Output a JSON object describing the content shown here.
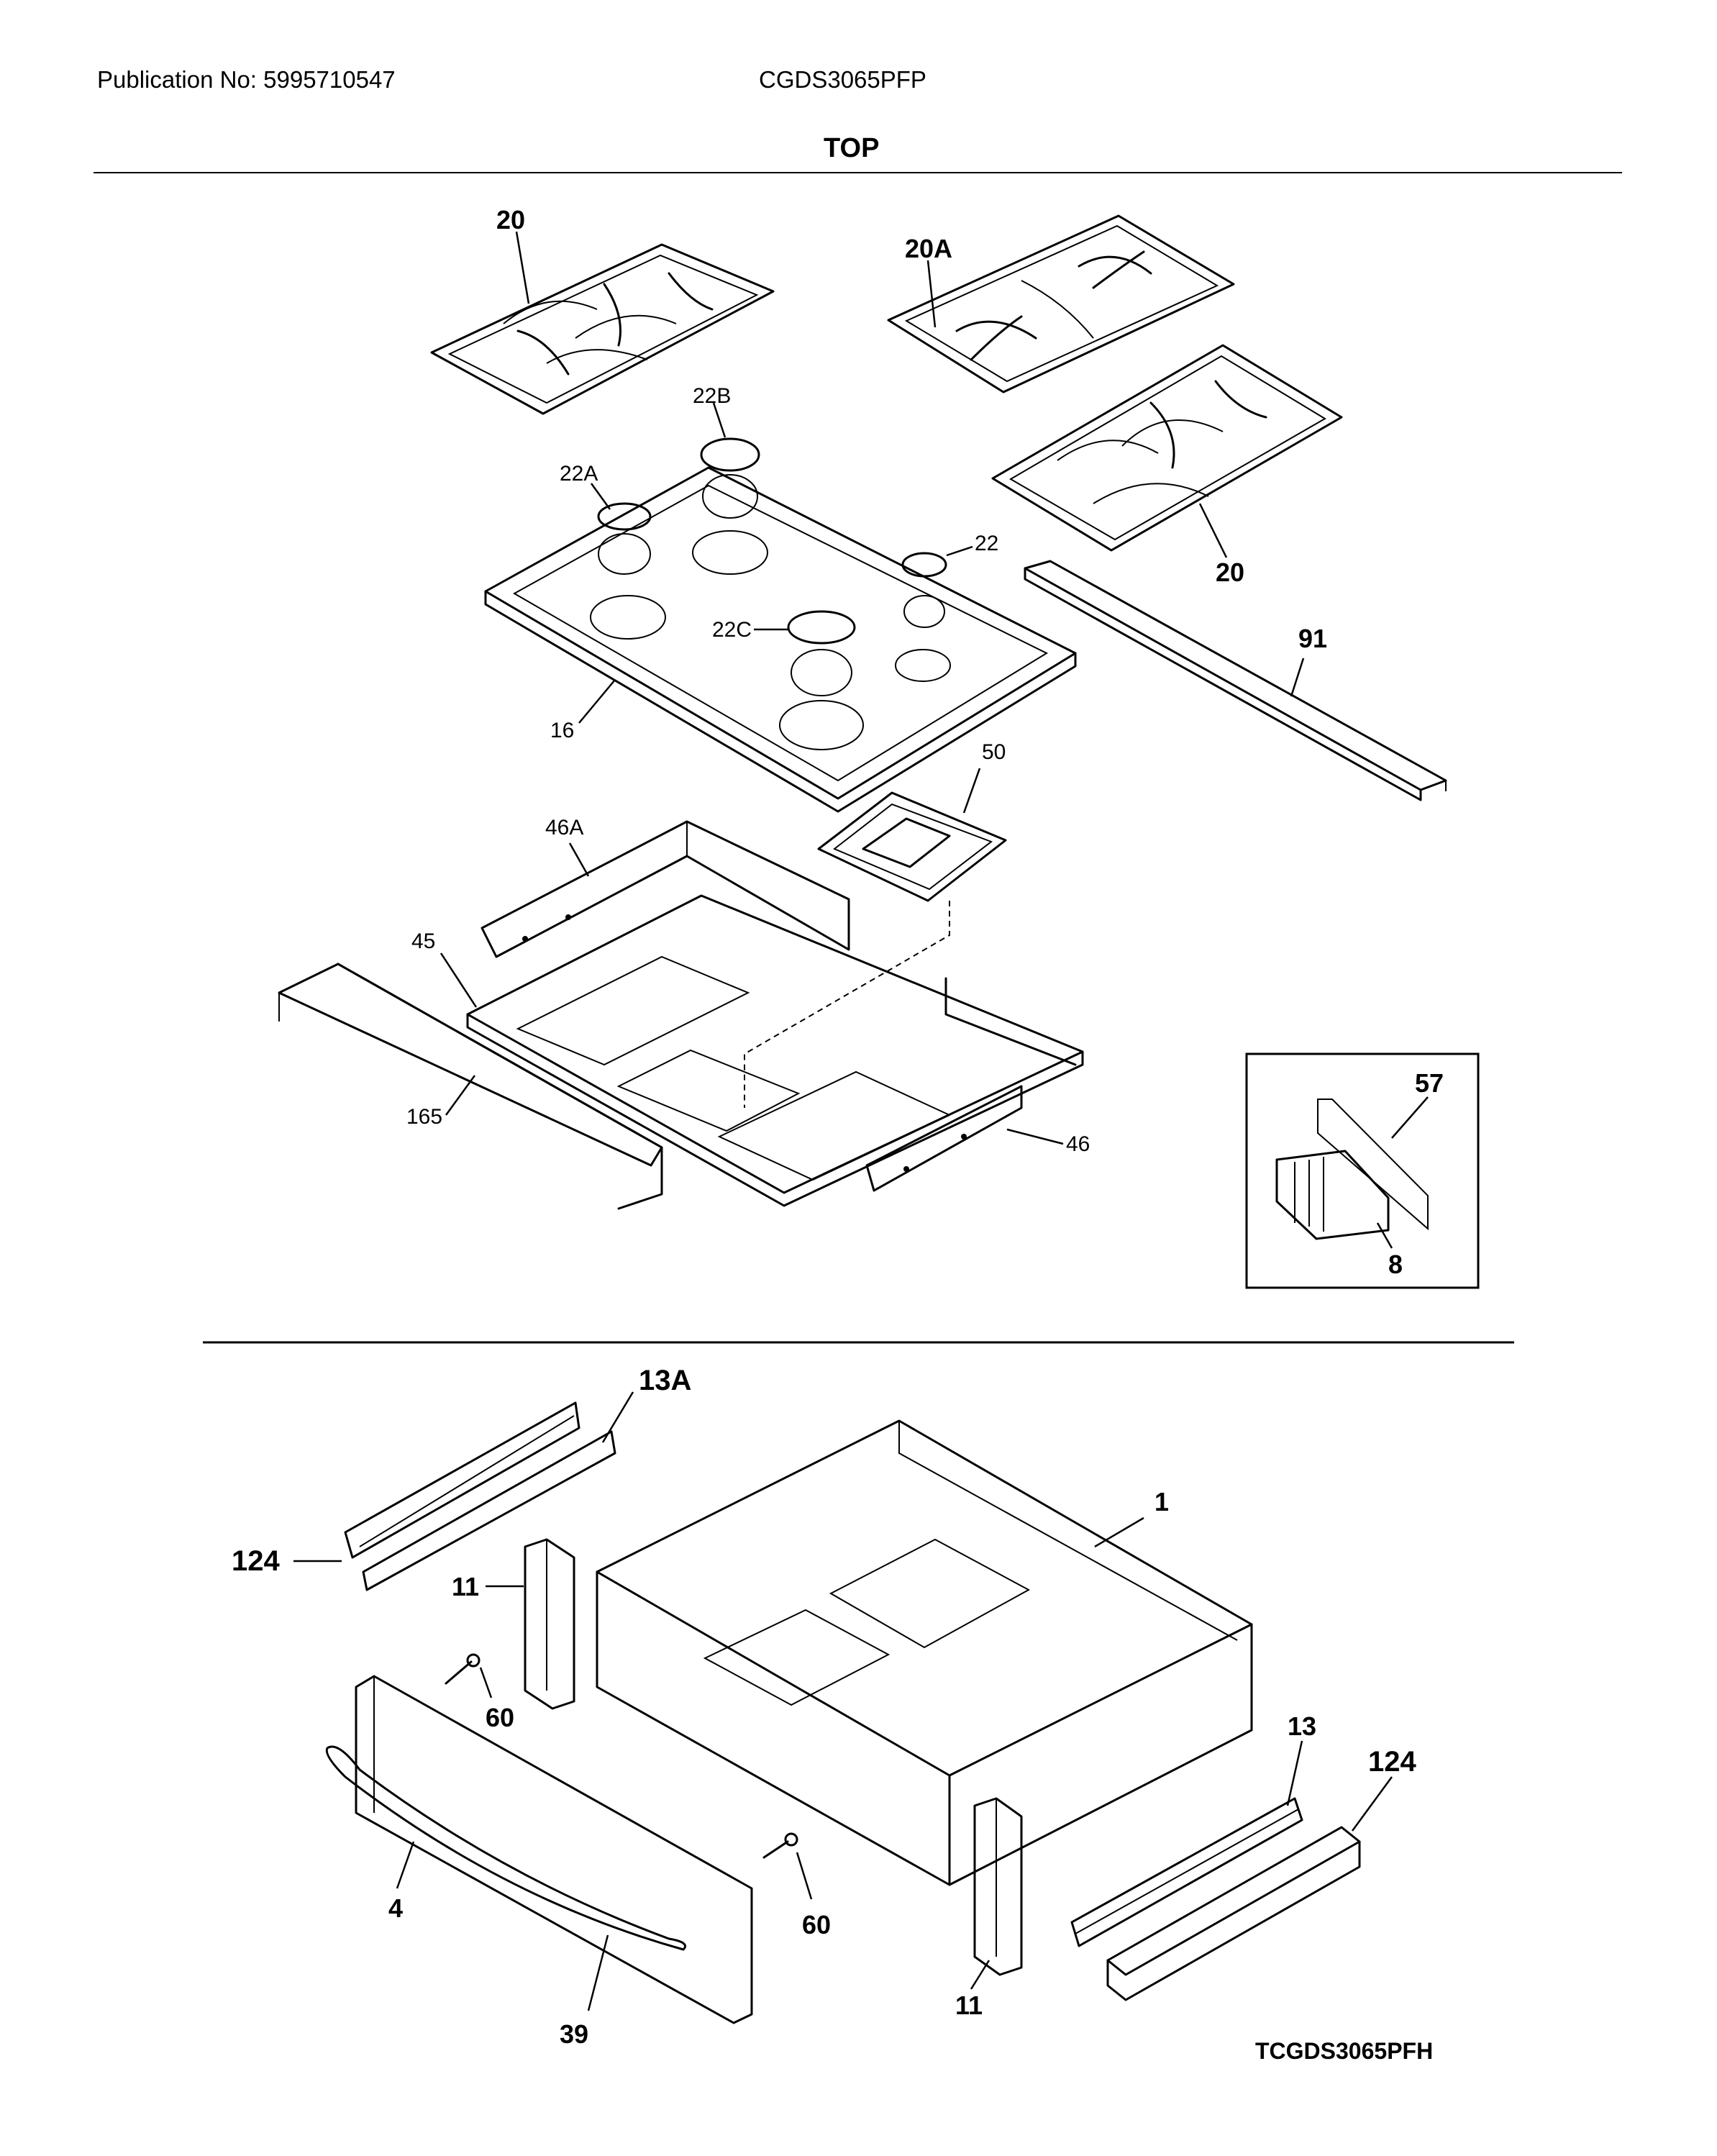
{
  "header": {
    "publication": "Publication No: 5995710547",
    "model": "CGDS3065PFP",
    "section_title": "TOP"
  },
  "footer": {
    "drawing_code": "TCGDS3065PFH"
  },
  "callouts_top": {
    "grate_left": "20",
    "grate_right_top": "20A",
    "grate_right_bottom": "20",
    "cap_22B": "22B",
    "cap_22A": "22A",
    "cap_22": "22",
    "cap_22C": "22C",
    "cooktop": "16",
    "trim_strip": "91",
    "bracket_50": "50",
    "bracket_46A": "46A",
    "pan_45": "45",
    "rail_165": "165",
    "bracket_46": "46",
    "inset_57": "57",
    "inset_8": "8"
  },
  "callouts_bottom": {
    "slide_13A": "13A",
    "slide_124_left": "124",
    "drawer_1": "1",
    "bracket_11_top": "11",
    "screw_60_left": "60",
    "slide_13": "13",
    "slide_124_right": "124",
    "front_4": "4",
    "handle_39": "39",
    "screw_60_right": "60",
    "bracket_11_bottom": "11"
  }
}
